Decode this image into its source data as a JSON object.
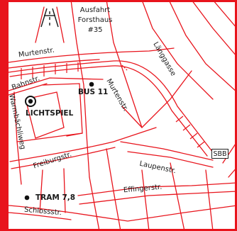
{
  "colors": {
    "frame": "#e8141c",
    "street": "#e8141c",
    "rail": "#e8141c",
    "text": "#1a1a1a",
    "marker": "#111111"
  },
  "icons": {
    "highway": "highway-icon",
    "venue": "venue-target-icon"
  },
  "labels": {
    "exit": [
      "Ausfahrt",
      "Forsthaus",
      "#35"
    ],
    "murtenstr_top": "Murtenstr.",
    "laenggasse": "Länggasse",
    "bahnstr": "Bahnstr.",
    "bus": "BUS 11",
    "murtenstr_diag": "Murtenstr.",
    "lichtspiel": "LICHTSPIEL",
    "warmbachliweg": "Warmbächliweg",
    "freiburgstr": "Freiburgstr.",
    "laupenstr": "Laupenstr.",
    "sbb": "SBB",
    "tram": "TRAM 7,8",
    "effingerstr": "Effingerstr.",
    "schlossstr": "Schlossstr."
  }
}
